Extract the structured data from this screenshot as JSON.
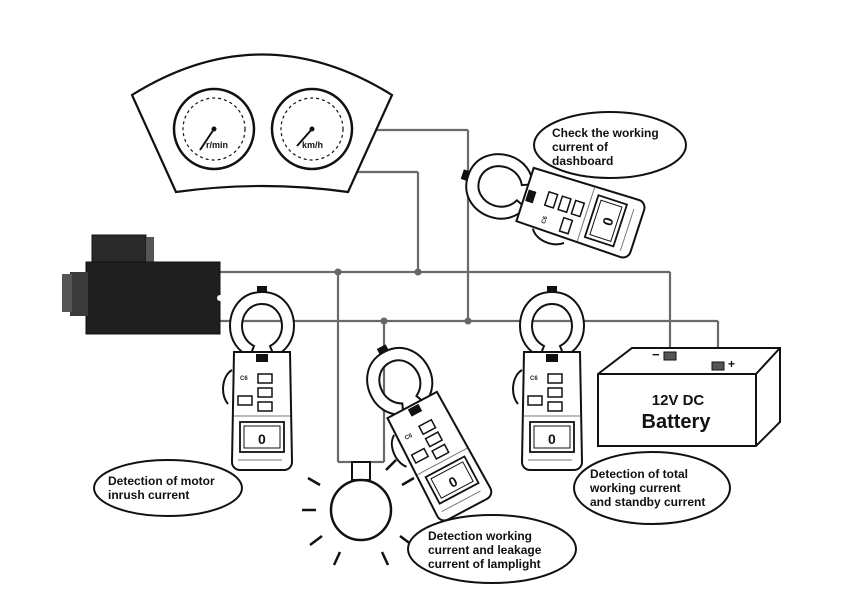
{
  "dashboard": {
    "gauge_left_label": "r/min",
    "gauge_right_label": "km/h"
  },
  "battery": {
    "neg_terminal": "−",
    "pos_terminal": "+",
    "voltage_label": "12V DC",
    "name_label": "Battery"
  },
  "callouts": {
    "dashboard": [
      "Check the working",
      "current of",
      "dashboard"
    ],
    "motor": [
      "Detection of motor",
      "inrush current"
    ],
    "lamp": [
      "Detection working",
      "current and leakage",
      "current of lamplight"
    ],
    "battery": [
      "Detection of total",
      "working current",
      "and standby current"
    ]
  },
  "meter": {
    "lcd_reading": "0"
  }
}
